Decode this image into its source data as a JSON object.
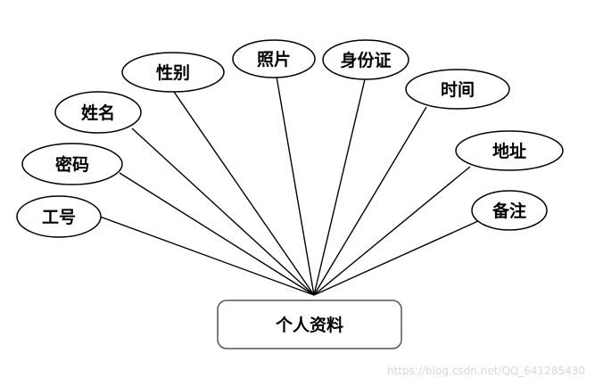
{
  "entity": {
    "label": "个人资料"
  },
  "attributes": [
    {
      "id": "gonghao",
      "label": "工号"
    },
    {
      "id": "mima",
      "label": "密码"
    },
    {
      "id": "xingming",
      "label": "姓名"
    },
    {
      "id": "xingbie",
      "label": "性别"
    },
    {
      "id": "zhaopian",
      "label": "照片"
    },
    {
      "id": "shenfenzheng",
      "label": "身份证"
    },
    {
      "id": "shijian",
      "label": "时间"
    },
    {
      "id": "dizhi",
      "label": "地址"
    },
    {
      "id": "beizhu",
      "label": "备注"
    }
  ],
  "watermark": "https://blog.csdn.net/QQ_641285430"
}
